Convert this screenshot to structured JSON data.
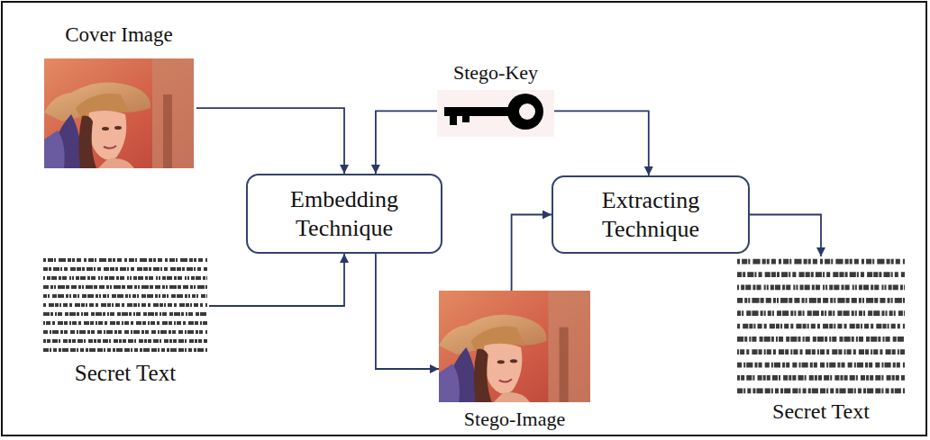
{
  "diagram": {
    "nodes": [
      {
        "text": [
          "Cover Image"
        ]
      },
      {
        "text": [
          "Stego-Key"
        ]
      },
      {
        "text": [
          "Embedding Technique"
        ]
      },
      {
        "text": [
          "Extracting Technique"
        ]
      },
      {
        "text": [
          "Secret Text"
        ]
      },
      {
        "text": [
          "Stego-Image"
        ]
      },
      {
        "text": [
          "Secret Text"
        ]
      }
    ],
    "edges": [
      {
        "from": 0,
        "to": 2,
        "arrow": "to"
      },
      {
        "from": 1,
        "to": 2,
        "arrow": "to"
      },
      {
        "from": 1,
        "to": 3,
        "arrow": "to"
      },
      {
        "from": 4,
        "to": 2,
        "arrow": "to"
      },
      {
        "from": 2,
        "to": 5,
        "arrow": "to"
      },
      {
        "from": 5,
        "to": 3,
        "arrow": "to"
      },
      {
        "from": 3,
        "to": 6,
        "arrow": "to"
      }
    ]
  }
}
